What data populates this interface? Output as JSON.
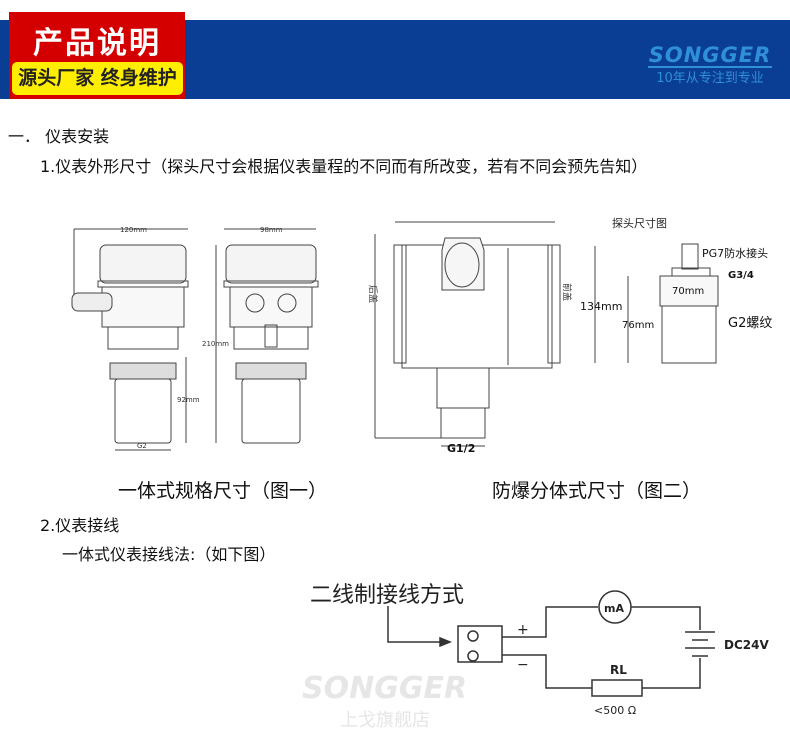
{
  "header": {
    "title": "产品说明",
    "slogan": "源头厂家 终身维护",
    "brand": "SONGGER",
    "tagline": "10年从专注到专业"
  },
  "section1": {
    "heading": "一．  仪表安装",
    "sub": "1.仪表外形尺寸（探头尺寸会根据仪表量程的不同而有所改变，若有不同会预先告知）",
    "fig1": {
      "caption": "一体式规格尺寸（图一）",
      "dims": {
        "width_front": "120mm",
        "width_side": "98mm",
        "height": "210mm",
        "probe": "92mm",
        "thread": "G2"
      }
    },
    "fig2": {
      "caption": "防爆分体式尺寸（图二）",
      "left_label": "后盖",
      "right_label": "前盖",
      "thread": "G1/2",
      "probe_title": "探头尺寸图",
      "connector": "PG7防水接头",
      "g34": "G3/4",
      "d70": "70mm",
      "h134": "134mm",
      "h76": "76mm",
      "g2": "G2螺纹"
    }
  },
  "section2": {
    "heading": "2.仪表接线",
    "sub": "一体式仪表接线法:（如下图）",
    "wiring": {
      "title": "二线制接线方式",
      "plus": "+",
      "minus": "−",
      "meter": "mA",
      "supply": "DC24V",
      "resistor": "RL",
      "resistor_value": "<500 Ω",
      "watermark_brand": "SONGGER",
      "watermark_store": "上戈旗舰店"
    }
  }
}
